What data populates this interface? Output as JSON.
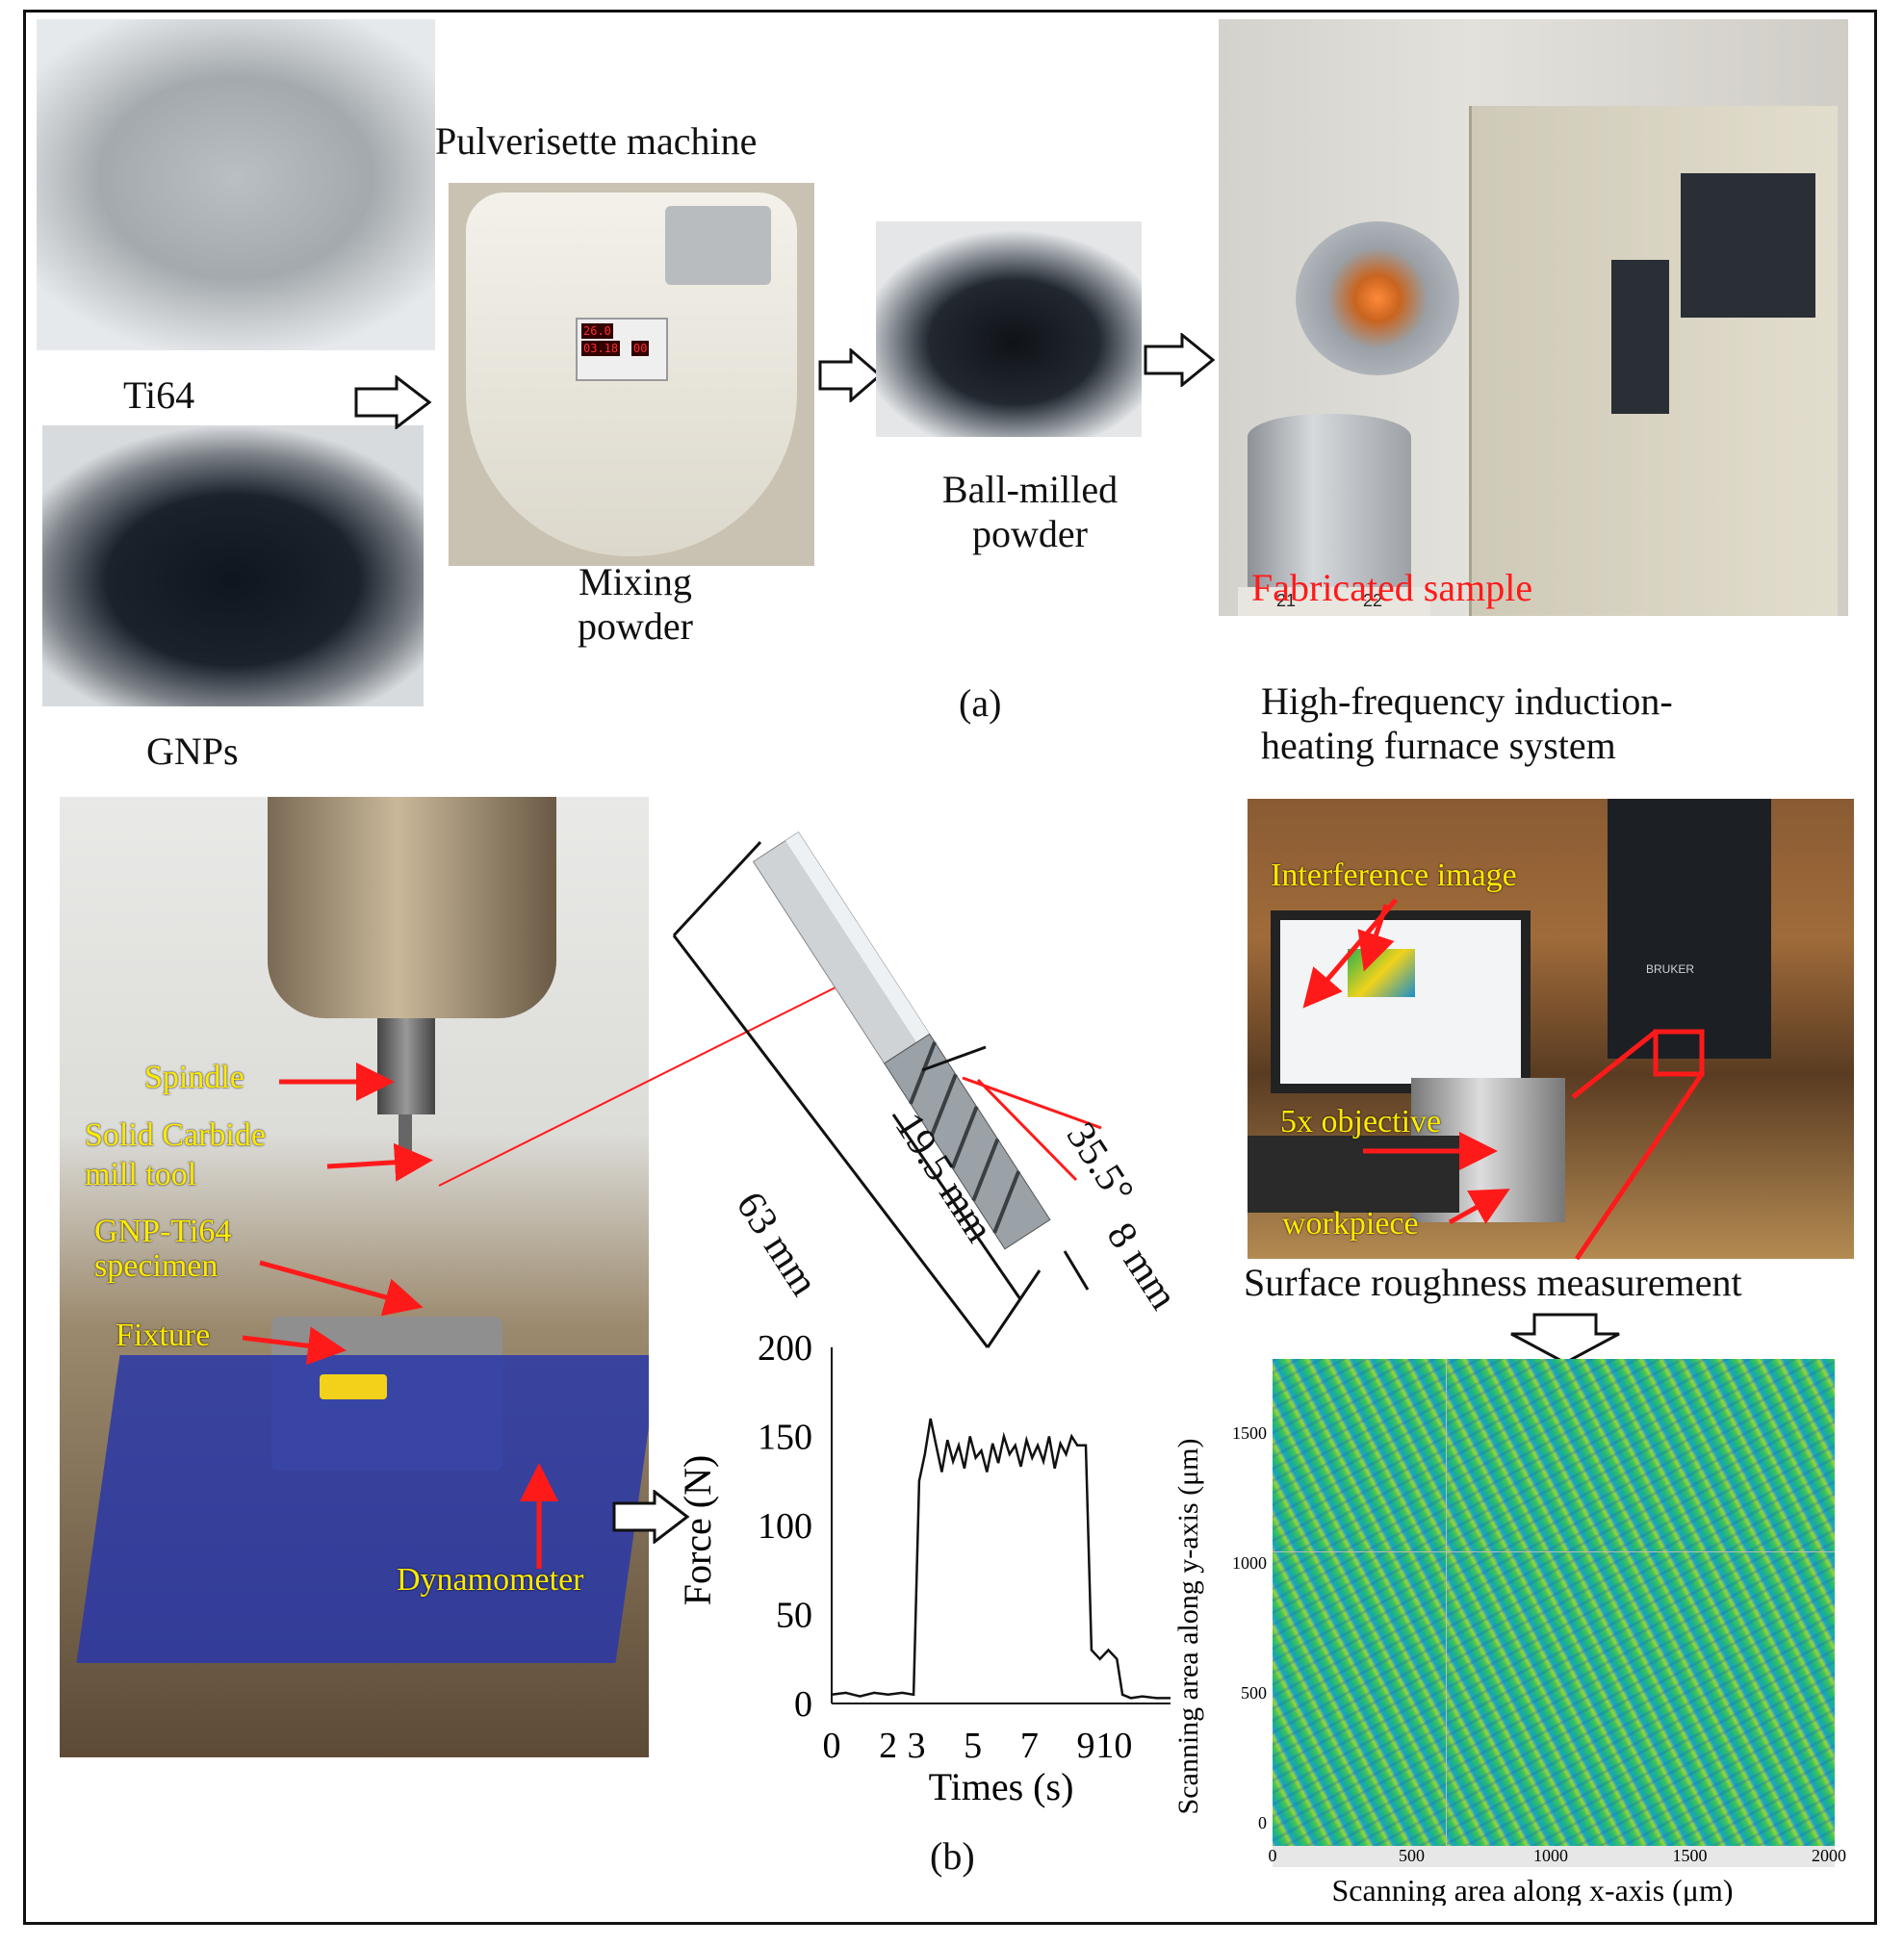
{
  "panel_a": {
    "label": "(a)",
    "ti64": "Ti64",
    "gnps": "GNPs",
    "machine_title": "Pulverisette machine",
    "mixing_l1": "Mixing",
    "mixing_l2": "powder",
    "ball_l1": "Ball-milled",
    "ball_l2": "powder",
    "furnace_l1": "High-frequency induction-",
    "furnace_l2": "heating furnace system",
    "fabricated": "Fabricated sample",
    "ruler_21": "21",
    "ruler_22": "22",
    "display_1": "26.0",
    "display_2": "03.18",
    "display_3": "00"
  },
  "panel_b": {
    "label": "(b)",
    "spindle": "Spindle",
    "tool_l1": "Solid Carbide",
    "tool_l2": "mill tool",
    "spec_l1": "GNP-Ti64",
    "spec_l2": "specimen",
    "fixture": "Fixture",
    "dynamometer": "Dynamometer",
    "dim_63": "63 mm",
    "dim_195": "19.5 mm",
    "dim_8": "8 mm",
    "dim_angle": "35.5°"
  },
  "panel_c": {
    "interference": "Interference image",
    "objective": "5x objective",
    "workpiece": "workpiece",
    "surface": "Surface roughness measurement",
    "map_xlabel": "Scanning area along x-axis (μm)",
    "map_ylabel": "Scanning area along y-axis (μm)",
    "map_xticks": [
      "0",
      "500",
      "1000",
      "1500",
      "2000"
    ],
    "map_yticks": [
      "0",
      "500",
      "1000",
      "1500"
    ],
    "brand": "BRUKER"
  },
  "chart_data": {
    "type": "line",
    "xlabel": "Times (s)",
    "ylabel": "Force (N)",
    "xlim": [
      0,
      12
    ],
    "ylim": [
      0,
      200
    ],
    "xticks": [
      "0",
      "2",
      "3",
      "5",
      "7",
      "9",
      "10"
    ],
    "yticks": [
      "0",
      "50",
      "100",
      "150",
      "200"
    ],
    "x": [
      0,
      0.5,
      1,
      1.5,
      2,
      2.5,
      2.9,
      3.1,
      3.3,
      3.5,
      3.7,
      3.9,
      4.1,
      4.3,
      4.5,
      4.7,
      4.9,
      5.1,
      5.3,
      5.5,
      5.7,
      5.9,
      6.1,
      6.3,
      6.5,
      6.7,
      6.9,
      7.1,
      7.3,
      7.5,
      7.7,
      7.9,
      8.1,
      8.3,
      8.5,
      8.7,
      9.0,
      9.2,
      9.5,
      9.8,
      10.1,
      10.3,
      10.6,
      11,
      11.5,
      12
    ],
    "y": [
      5,
      6,
      4,
      6,
      5,
      6,
      5,
      125,
      140,
      160,
      145,
      130,
      148,
      136,
      145,
      132,
      150,
      138,
      142,
      130,
      146,
      135,
      150,
      140,
      145,
      133,
      148,
      138,
      145,
      136,
      150,
      132,
      146,
      140,
      150,
      145,
      145,
      30,
      25,
      30,
      25,
      5,
      3,
      4,
      3,
      3
    ]
  }
}
